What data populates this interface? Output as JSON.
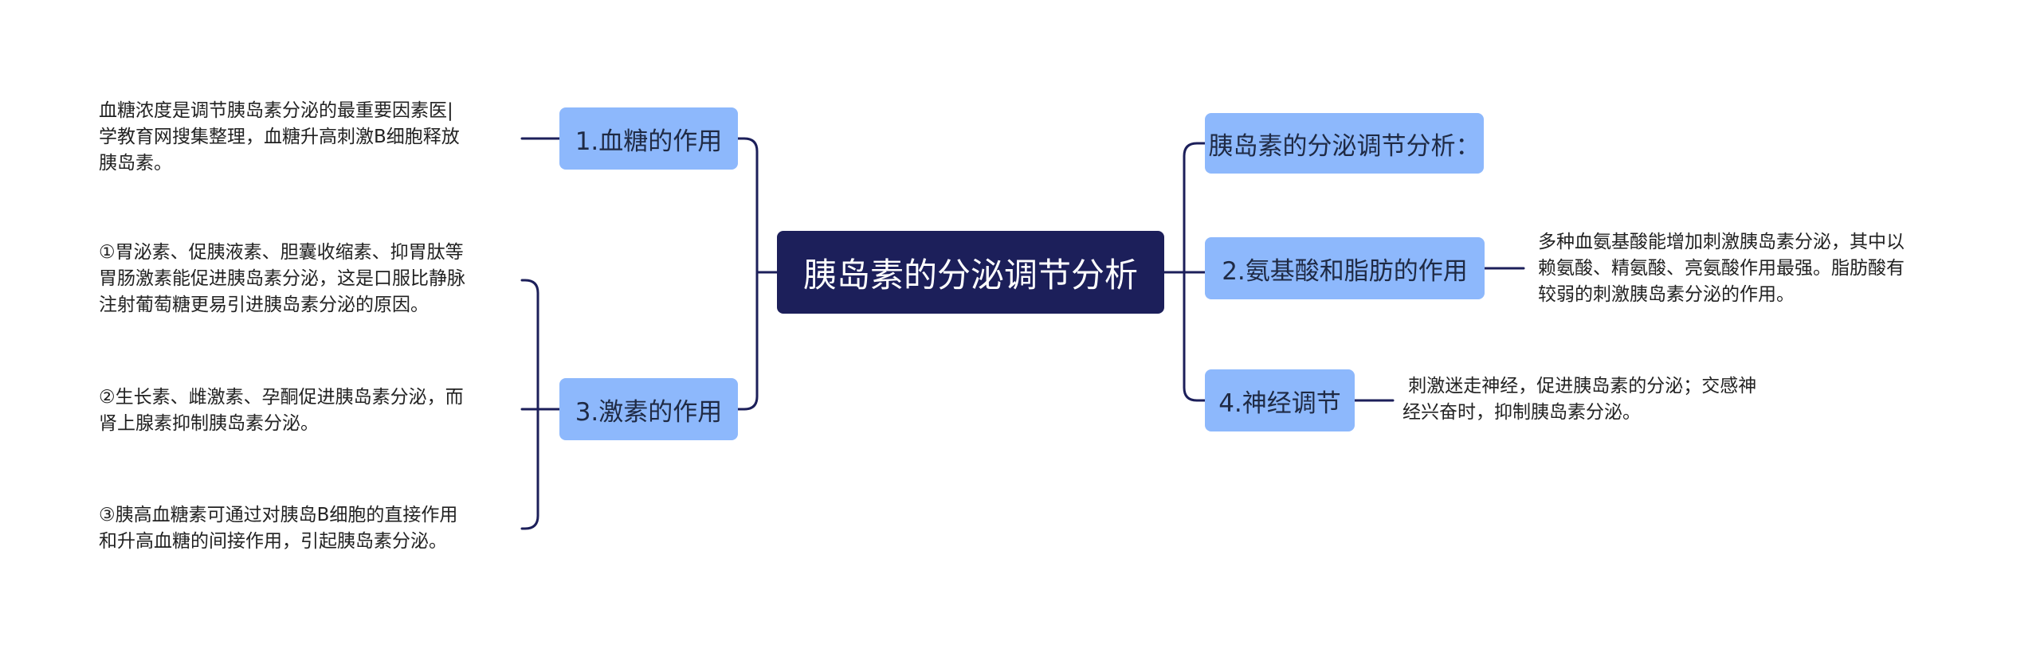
{
  "root": {
    "title": "胰岛素的分泌调节分析"
  },
  "left_branches": [
    {
      "label": "1.血糖的作用",
      "notes": [
        "血糖浓度是调节胰岛素分泌的最重要因素医|\n学教育网搜集整理，血糖升高刺激B细胞释放\n胰岛素。"
      ]
    },
    {
      "label": "3.激素的作用",
      "notes": [
        "①胃泌素、促胰液素、胆囊收缩素、抑胃肽等\n胃肠激素能促进胰岛素分泌，这是口服比静脉\n注射葡萄糖更易引进胰岛素分泌的原因。",
        "②生长素、雌激素、孕酮促进胰岛素分泌，而\n肾上腺素抑制胰岛素分泌。",
        "③胰高血糖素可通过对胰岛B细胞的直接作用\n和升高血糖的间接作用，引起胰岛素分泌。"
      ]
    }
  ],
  "right_branches": [
    {
      "label": "胰岛素的分泌调节分析：",
      "notes": []
    },
    {
      "label": "2.氨基酸和脂肪的作用",
      "notes": [
        "多种血氨基酸能增加刺激胰岛素分泌，其中以\n赖氨酸、精氨酸、亮氨酸作用最强。脂肪酸有\n较弱的刺激胰岛素分泌的作用。"
      ]
    },
    {
      "label": "4.神经调节",
      "notes": [
        " 刺激迷走神经，促进胰岛素的分泌；交感神\n经兴奋时，抑制胰岛素分泌。"
      ]
    }
  ],
  "colors": {
    "root_fill": "#1c1f5a",
    "branch_fill": "#8db8fc",
    "connector": "#1c1f5a"
  }
}
